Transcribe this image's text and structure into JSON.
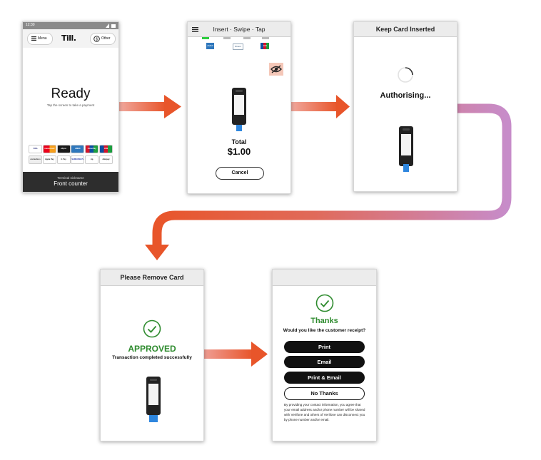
{
  "screen1": {
    "status_time": "12:30",
    "menu_label": "Menu",
    "logo_text": "Till.",
    "other_label": "Other",
    "ready_title": "Ready",
    "ready_subtitle": "Tap the screen to take a payment",
    "payment_marks_row1": [
      "VISA",
      "mastercard",
      "eftpos",
      "AMEX",
      "UnionPay",
      "JCB"
    ],
    "payment_marks_row2": [
      "contactless",
      "Apple Pay",
      "G Pay",
      "SAMSUNG Pay",
      "zip",
      "afterpay"
    ],
    "terminal_nickname_label": "Terminal nickname",
    "terminal_nickname": "Front counter"
  },
  "screen2": {
    "title": "Insert · Swipe · Tap",
    "brands": [
      "AMEX",
      "Diners",
      "JCB"
    ],
    "total_label": "Total",
    "total_amount": "$1.00",
    "cancel_label": "Cancel"
  },
  "screen3": {
    "title": "Keep Card Inserted",
    "status": "Authorising..."
  },
  "screen4": {
    "title": "Please Remove Card",
    "approved": "APPROVED",
    "message": "Transaction completed successfully"
  },
  "screen5": {
    "thanks": "Thanks",
    "question": "Would you like the customer receipt?",
    "buttons": [
      "Print",
      "Email",
      "Print & Email",
      "No Thanks"
    ],
    "disclaimer": "By providing your contact information, you agree that your email address and/or phone number will be shared with Verifone and others of Verifone can disconnect you by phone number and/or email."
  },
  "colors": {
    "arrow_orange": "#e8552a",
    "arrow_pink": "#ea8f82",
    "arrow_purple": "#c78cc9",
    "approved_green": "#2e8b2e",
    "terminal_bar": "#2d2d2d"
  }
}
